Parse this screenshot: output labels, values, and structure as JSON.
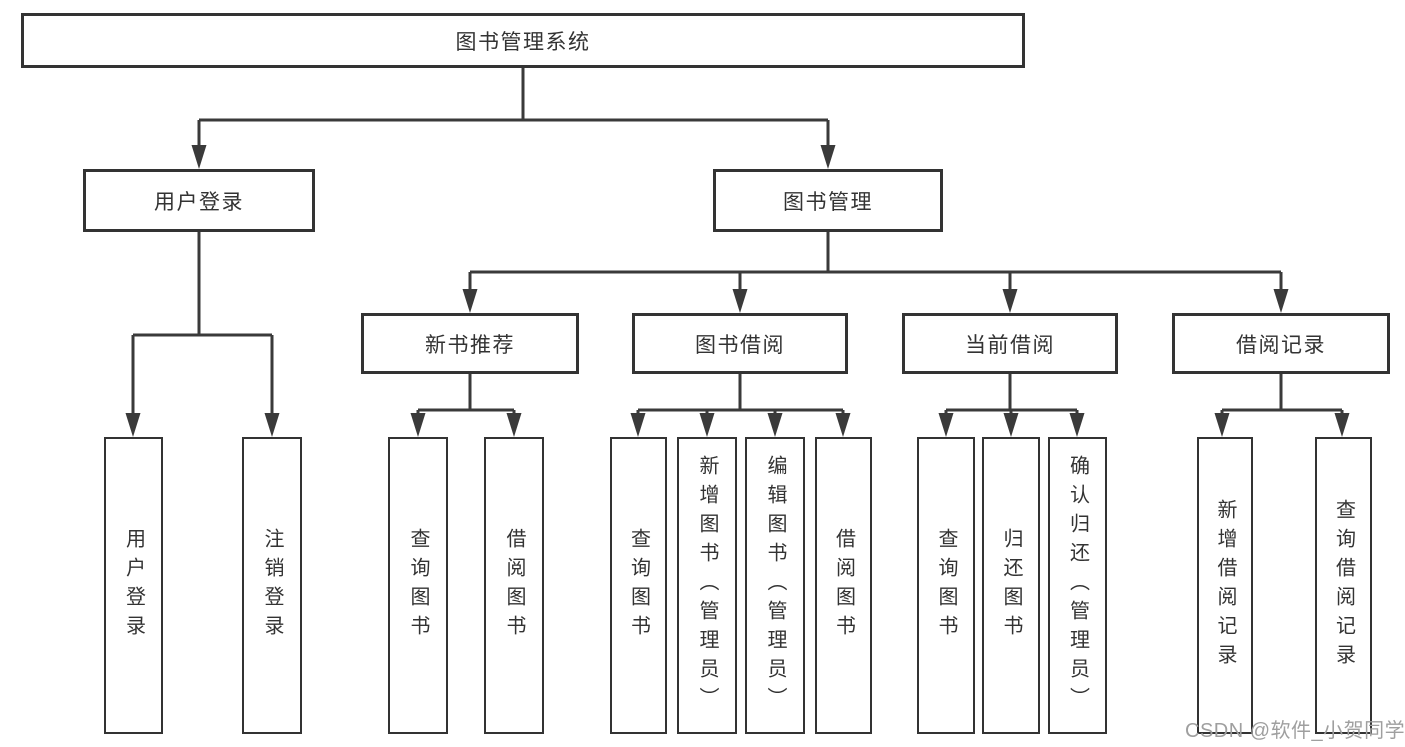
{
  "tree": {
    "root": {
      "label": "图书管理系统"
    },
    "branches": [
      {
        "label": "用户登录",
        "leaves": [
          {
            "label": "用户登录"
          },
          {
            "label": "注销登录"
          }
        ]
      },
      {
        "label": "图书管理",
        "groups": [
          {
            "label": "新书推荐",
            "leaves": [
              {
                "label": "查询图书"
              },
              {
                "label": "借阅图书"
              }
            ]
          },
          {
            "label": "图书借阅",
            "leaves": [
              {
                "label": "查询图书"
              },
              {
                "label": "新增图书（管理员）"
              },
              {
                "label": "编辑图书（管理员）"
              },
              {
                "label": "借阅图书"
              }
            ]
          },
          {
            "label": "当前借阅",
            "leaves": [
              {
                "label": "查询图书"
              },
              {
                "label": "归还图书"
              },
              {
                "label": "确认归还（管理员）"
              }
            ]
          },
          {
            "label": "借阅记录",
            "leaves": [
              {
                "label": "新增借阅记录"
              },
              {
                "label": "查询借阅记录"
              }
            ]
          }
        ]
      }
    ]
  },
  "watermark": {
    "text": "CSDN @软件_小贺同学"
  },
  "colors": {
    "line": "#3a3a3a",
    "box_border": "#333333",
    "text": "#333333",
    "watermark": "#9f9f9f",
    "background": "#ffffff"
  }
}
